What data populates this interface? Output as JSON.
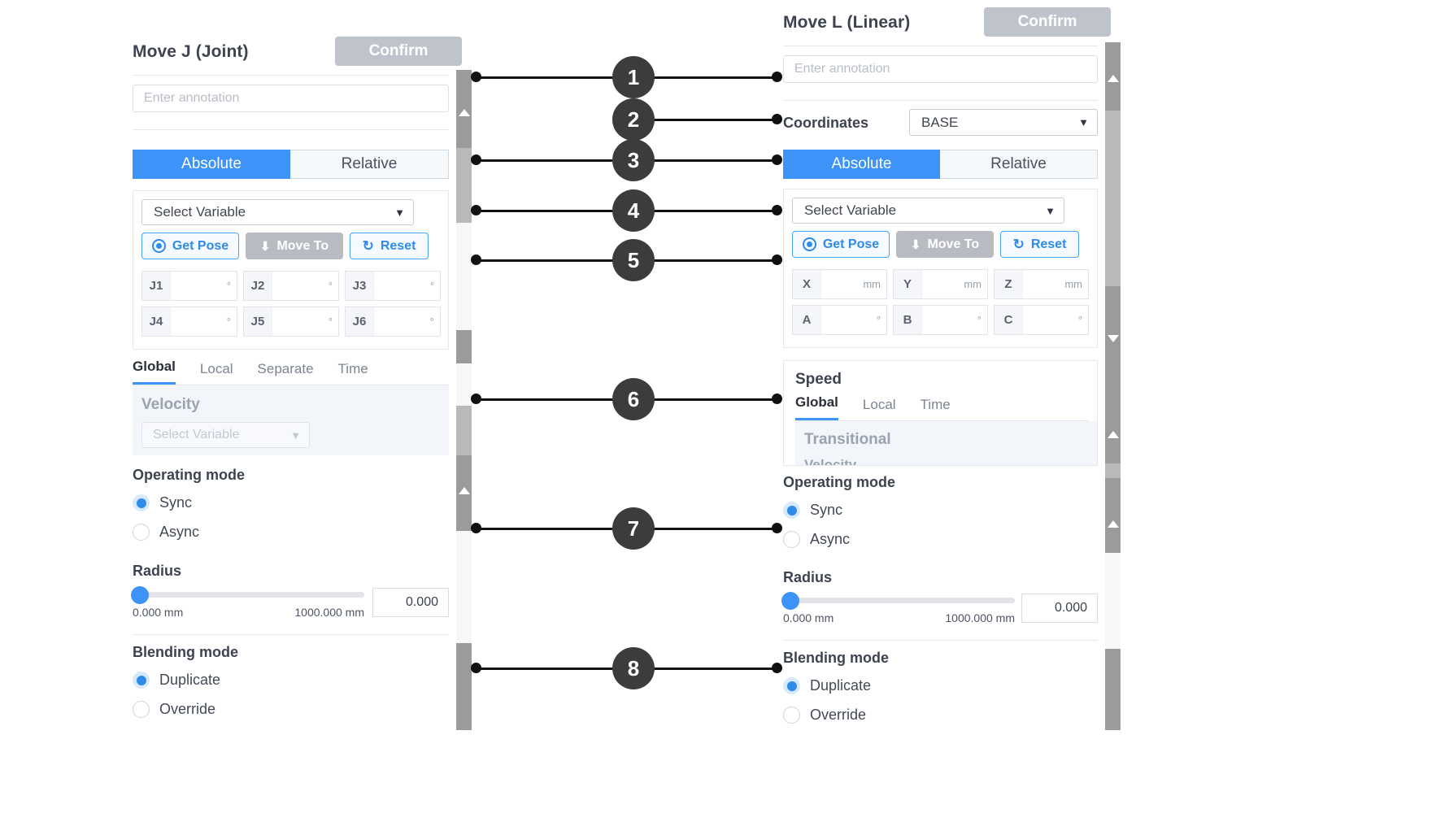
{
  "left_panel": {
    "title": "Move J (Joint)",
    "confirm_label": "Confirm",
    "annotation_placeholder": "Enter annotation",
    "mode_tabs": {
      "absolute": "Absolute",
      "relative": "Relative"
    },
    "select_variable": "Select Variable",
    "buttons": {
      "get_pose": "Get Pose",
      "move_to": "Move To",
      "reset": "Reset"
    },
    "joint_fields": [
      {
        "label": "J1",
        "value": "",
        "unit": "°"
      },
      {
        "label": "J2",
        "value": "",
        "unit": "°"
      },
      {
        "label": "J3",
        "value": "",
        "unit": "°"
      },
      {
        "label": "J4",
        "value": "",
        "unit": "°"
      },
      {
        "label": "J5",
        "value": "",
        "unit": "°"
      },
      {
        "label": "J6",
        "value": "",
        "unit": "°"
      }
    ],
    "speed_tabs": [
      "Global",
      "Local",
      "Separate",
      "Time"
    ],
    "speed_active_tab": "Global",
    "velocity_label": "Velocity",
    "velocity_select": "Select Variable",
    "operating_mode": {
      "title": "Operating mode",
      "options": [
        "Sync",
        "Async"
      ],
      "selected": "Sync"
    },
    "radius": {
      "title": "Radius",
      "min_label": "0.000 mm",
      "max_label": "1000.000 mm",
      "value": "0.000"
    },
    "blending_mode": {
      "title": "Blending mode",
      "options": [
        "Duplicate",
        "Override"
      ],
      "selected": "Duplicate"
    }
  },
  "right_panel": {
    "title": "Move L (Linear)",
    "confirm_label": "Confirm",
    "annotation_placeholder": "Enter annotation",
    "coordinates_label": "Coordinates",
    "coordinates_value": "BASE",
    "mode_tabs": {
      "absolute": "Absolute",
      "relative": "Relative"
    },
    "select_variable": "Select Variable",
    "buttons": {
      "get_pose": "Get Pose",
      "move_to": "Move To",
      "reset": "Reset"
    },
    "cartesian_fields": [
      {
        "label": "X",
        "value": "",
        "unit": "mm"
      },
      {
        "label": "Y",
        "value": "",
        "unit": "mm"
      },
      {
        "label": "Z",
        "value": "",
        "unit": "mm"
      },
      {
        "label": "A",
        "value": "",
        "unit": "°"
      },
      {
        "label": "B",
        "value": "",
        "unit": "°"
      },
      {
        "label": "C",
        "value": "",
        "unit": "°"
      }
    ],
    "speed_title": "Speed",
    "speed_tabs": [
      "Global",
      "Local",
      "Time"
    ],
    "speed_active_tab": "Global",
    "transitional_label": "Transitional",
    "transitional_sub": "Velocity",
    "operating_mode": {
      "title": "Operating mode",
      "options": [
        "Sync",
        "Async"
      ],
      "selected": "Sync"
    },
    "radius": {
      "title": "Radius",
      "min_label": "0.000 mm",
      "max_label": "1000.000 mm",
      "value": "0.000"
    },
    "blending_mode": {
      "title": "Blending mode",
      "options": [
        "Duplicate",
        "Override"
      ],
      "selected": "Duplicate"
    }
  },
  "callouts": [
    {
      "number": "1"
    },
    {
      "number": "2"
    },
    {
      "number": "3"
    },
    {
      "number": "4"
    },
    {
      "number": "5"
    },
    {
      "number": "6"
    },
    {
      "number": "7"
    },
    {
      "number": "8"
    }
  ],
  "colors": {
    "accent_blue": "#3d93f7",
    "confirm_grey": "#bfc4cc",
    "callout_dark": "#3e3c3a",
    "panel_bg": "#ffffff"
  }
}
